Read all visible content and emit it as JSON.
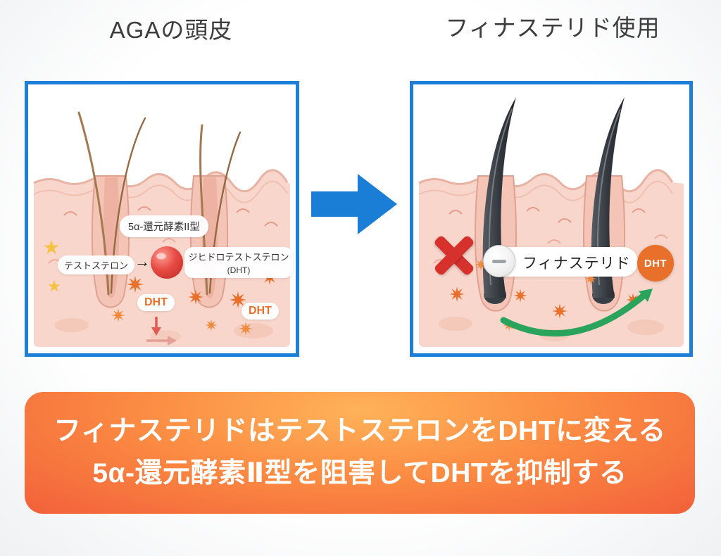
{
  "titles": {
    "left": "AGAの頭皮",
    "right": "フィナステリド使用"
  },
  "left_panel": {
    "enzyme_label": "5α-還元酵素II型",
    "testosterone_label": "テストステロン",
    "reaction_arrow": "→",
    "dht_name_line1": "ジヒドロテストステロン",
    "dht_name_line2": "(DHT)",
    "dht_badge_1": "DHT",
    "dht_badge_2": "DHT"
  },
  "right_panel": {
    "finasteride_label": "フィナステリド",
    "dht_circle_label": "DHT"
  },
  "banner": {
    "line1": "フィナステリドはテストステロンをDHTに変える",
    "line2": "5α-還元酵素Ⅱ型を阻害してDHTを抑制する"
  },
  "icons": {
    "transition": "blue-right-arrow",
    "block": "red-cross-mark",
    "pill": "finasteride-tablet",
    "dht_spark": "orange-starburst",
    "sparkle": "yellow-star",
    "recovery": "green-curved-arrow"
  },
  "colors": {
    "panel_border": "#1e7fd8",
    "transition_arrow": "#1a7ed7",
    "dht_orange": "#e8702a",
    "block_red": "#d7312e",
    "recovery_green": "#2aa45c",
    "skin": "#f8d6cb",
    "banner_inner": "#ffb259",
    "banner_outer": "#f2603a"
  }
}
